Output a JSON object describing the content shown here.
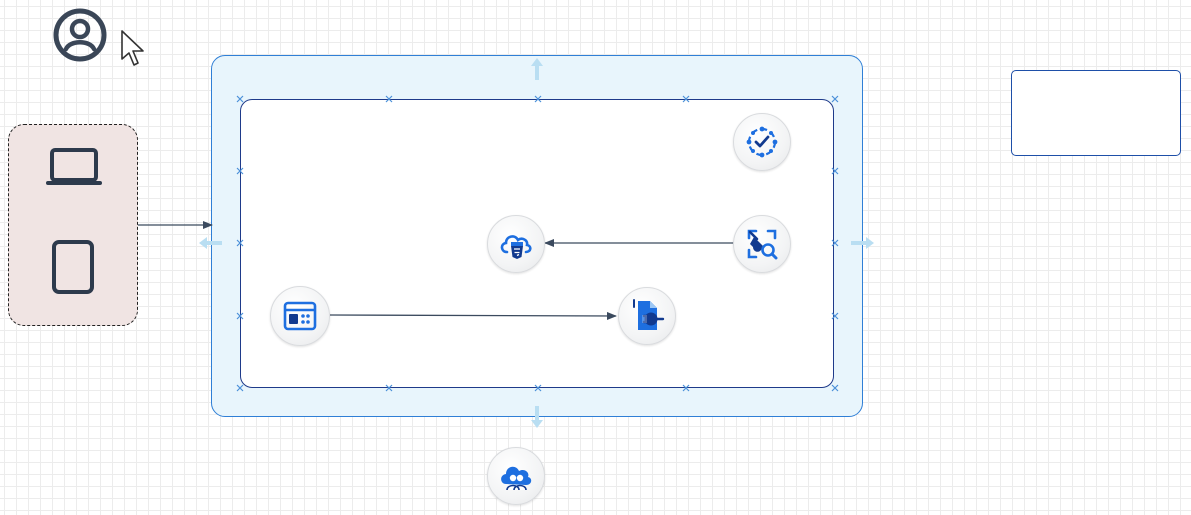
{
  "canvas": {
    "grid": true,
    "background": "#ffffff",
    "grid_color": "#ececec"
  },
  "colors": {
    "outer_frame_border": "#2f7fd6",
    "outer_frame_fill": "#e8f5fc",
    "inner_frame_border": "#1e3a8a",
    "device_group_fill": "#f0e4e3",
    "connector": "#3b4a5e",
    "icon_blue": "#1e6fe0",
    "icon_dark": "#2d3a4c"
  },
  "nodes": [
    {
      "id": "user",
      "icon": "user-circle-icon"
    },
    {
      "id": "cursor",
      "icon": "mouse-pointer-icon"
    },
    {
      "id": "laptop",
      "icon": "laptop-icon"
    },
    {
      "id": "tablet",
      "icon": "tablet-icon"
    },
    {
      "id": "checklist",
      "icon": "checklist-circle-icon"
    },
    {
      "id": "cloud-html",
      "icon": "cloud-html-icon"
    },
    {
      "id": "plugin-search",
      "icon": "plugin-search-icon"
    },
    {
      "id": "dashboard",
      "icon": "dashboard-icon"
    },
    {
      "id": "document-plug",
      "icon": "document-plug-icon"
    },
    {
      "id": "cloud-users",
      "icon": "cloud-users-icon"
    }
  ],
  "edges": [
    {
      "from": "device-group",
      "to": "outer-frame"
    },
    {
      "from": "plugin-search",
      "to": "cloud-html"
    },
    {
      "from": "dashboard",
      "to": "document-plug"
    }
  ],
  "empty_box": {
    "text": ""
  }
}
